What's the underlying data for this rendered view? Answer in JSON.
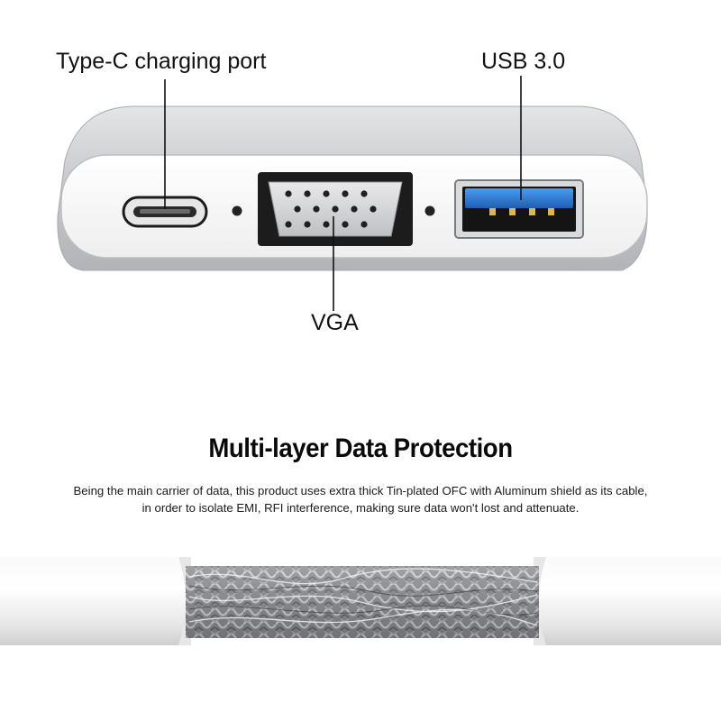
{
  "callouts": {
    "typec": "Type-C charging port",
    "usb": "USB 3.0",
    "vga": "VGA"
  },
  "section": {
    "heading": "Multi-layer Data Protection",
    "description_line1": "Being the main carrier of data, this product uses extra thick Tin-plated OFC with Aluminum shield as its cable,",
    "description_line2": "in order to isolate EMI, RFI interference, making sure data won't lost and attenuate."
  },
  "colors": {
    "aluminum_body": "#c9cacd",
    "face": "#f7f7f7",
    "usb_blue": "#2e7fd6",
    "cable_jacket": "#f2f2f2",
    "braid": "#9c9ea2"
  }
}
